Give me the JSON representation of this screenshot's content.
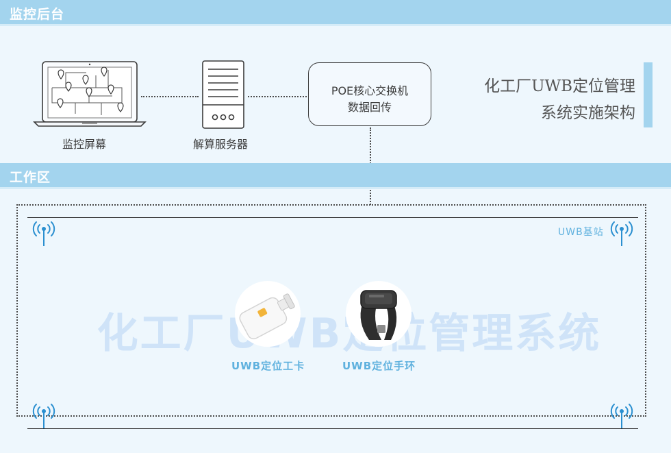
{
  "sections": {
    "backend": "监控后台",
    "work_area": "工作区"
  },
  "devices": {
    "monitor_screen": "监控屏幕",
    "compute_server": "解算服务器",
    "switch_line1": "POE核心交换机",
    "switch_line2": "数据回传"
  },
  "architecture": {
    "title_line1": "化工厂UWB定位管理",
    "title_line2": "系统实施架构"
  },
  "work_zone": {
    "watermark": "化工厂UWB定位管理系统",
    "base_station_label": "UWB基站",
    "products": [
      "UWB定位工卡",
      "UWB定位手环"
    ]
  },
  "colors": {
    "accent": "#a3d4ee",
    "label_blue": "#5fb1de",
    "watermark": "#cfe3f8",
    "background": "#eef7fd"
  },
  "icons": [
    "laptop-map-icon",
    "server-icon",
    "antenna-icon",
    "work-card-icon",
    "wristband-icon"
  ]
}
